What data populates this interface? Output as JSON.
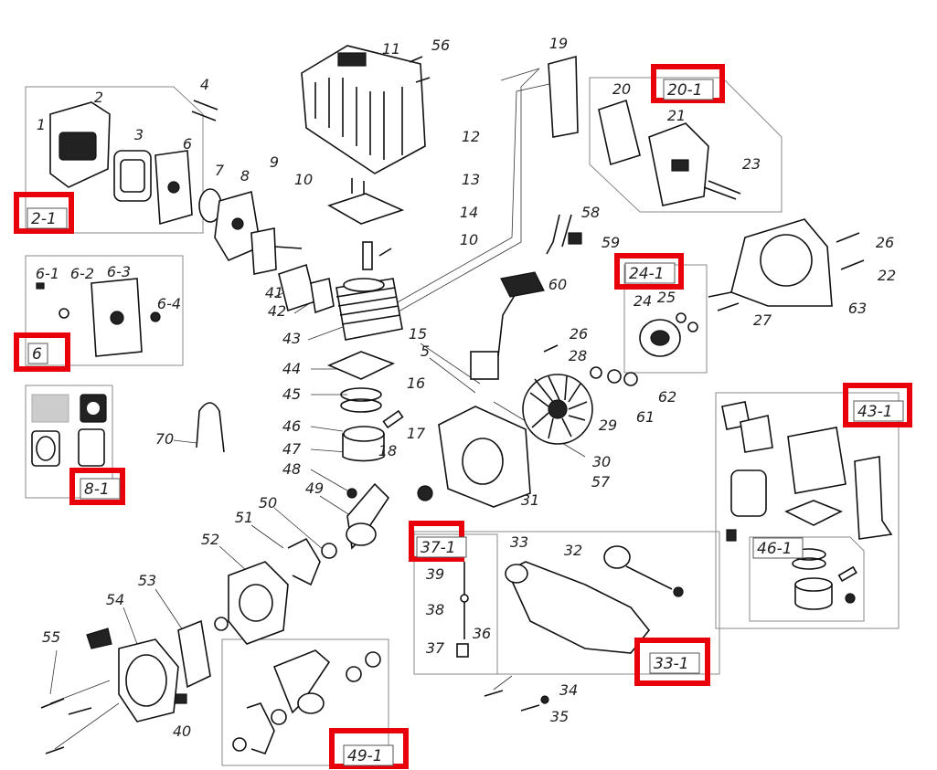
{
  "diagram": {
    "callouts": [
      "1",
      "2",
      "3",
      "6",
      "4",
      "7",
      "8",
      "9",
      "10",
      "11",
      "56",
      "12",
      "13",
      "14",
      "10",
      "19",
      "20",
      "21",
      "23",
      "58",
      "59",
      "26",
      "22",
      "63",
      "27",
      "60",
      "25",
      "24",
      "6-1",
      "6-2",
      "6-3",
      "6-4",
      "41",
      "42",
      "43",
      "15",
      "5",
      "26",
      "28",
      "61",
      "62",
      "29",
      "30",
      "57",
      "31",
      "44",
      "45",
      "16",
      "46",
      "47",
      "17",
      "18",
      "48",
      "49",
      "70",
      "50",
      "51",
      "52",
      "53",
      "54",
      "55",
      "40",
      "33",
      "32",
      "39",
      "38",
      "36",
      "37",
      "34",
      "35"
    ],
    "groups": [
      "2-1",
      "6",
      "8-1",
      "20-1",
      "24-1",
      "43-1",
      "37-1",
      "33-1",
      "49-1",
      "46-1"
    ],
    "highlight_color": "#e8000b"
  }
}
